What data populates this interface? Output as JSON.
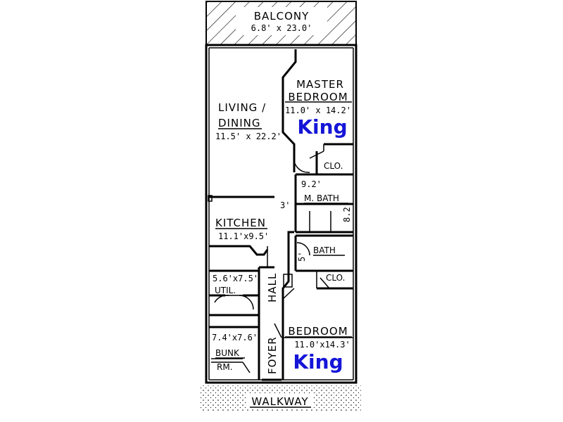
{
  "rooms": {
    "balcony": {
      "name": "BALCONY",
      "dims": "6.8' x 23.0'"
    },
    "living": {
      "name_line1": "LIVING /",
      "name_line2": "DINING",
      "dims": "11.5' x 22.2'"
    },
    "master": {
      "name_line1": "MASTER",
      "name_line2": "BEDROOM",
      "dims": "11.0' x 14.2'",
      "bed": "King"
    },
    "master_closet": {
      "name": "CLO."
    },
    "master_bath": {
      "name": "M. BATH",
      "dim_w": "9.2'",
      "dim_h": "8.2'"
    },
    "hall_width": {
      "dims": "3'"
    },
    "kitchen": {
      "name": "KITCHEN",
      "dims": "11.1'x9.5'"
    },
    "bath": {
      "name": "BATH",
      "dim_w": "5'"
    },
    "closet2": {
      "name": "CLO."
    },
    "util": {
      "dims": "5.6'x7.5'",
      "name": "UTIL."
    },
    "hall": {
      "name": "HALL"
    },
    "bedroom": {
      "name": "BEDROOM",
      "dims": "11.0'x14.3'",
      "bed": "King"
    },
    "bunk": {
      "dims": "7.4'x7.6'",
      "name_line1": "BUNK",
      "name_line2": "RM."
    },
    "foyer": {
      "name": "FOYER"
    },
    "walkway": {
      "name": "WALKWAY"
    }
  }
}
